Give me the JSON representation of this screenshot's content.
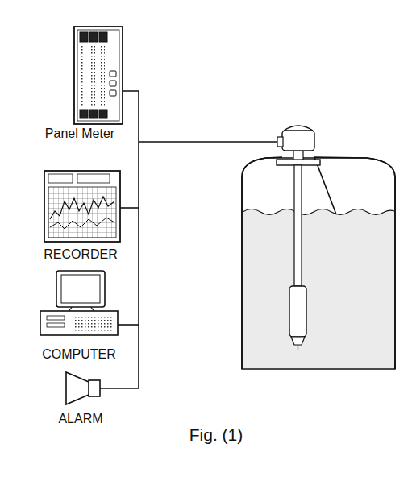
{
  "diagram": {
    "caption": "Fig. (1)",
    "labels": [
      "Panel Meter",
      "RECORDER",
      "COMPUTER",
      "ALARM"
    ]
  }
}
